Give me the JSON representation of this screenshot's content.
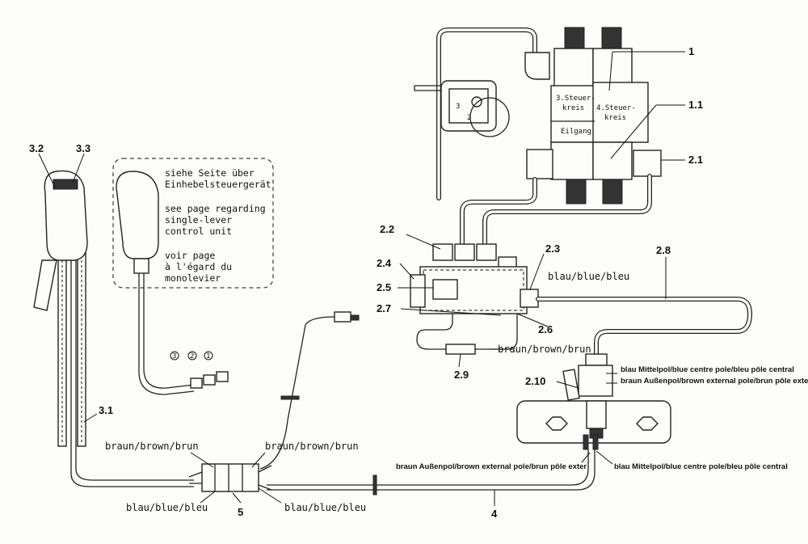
{
  "callouts": {
    "c1": "1",
    "c1_1": "1.1",
    "c2_1": "2.1",
    "c2_2": "2.2",
    "c2_3": "2.3",
    "c2_4": "2.4",
    "c2_5": "2.5",
    "c2_6": "2.6",
    "c2_7": "2.7",
    "c2_8": "2.8",
    "c2_9": "2.9",
    "c2_10": "2.10",
    "c3_1": "3.1",
    "c3_2": "3.2",
    "c3_3": "3.3",
    "c4": "4",
    "c5": "5"
  },
  "note": {
    "line1": "siehe Seite über",
    "line2": "Einhebelsteuergerät",
    "line3": "see page regarding",
    "line4": "single-lever",
    "line5": "control unit",
    "line6": "voir page",
    "line7": "à l'égard du",
    "line8": "monolevier"
  },
  "valve": {
    "circuit3_a": "3.Steuer-",
    "circuit3_b": "kreis",
    "rapid": "Eilgang",
    "circuit4_a": "4.Steuer-",
    "circuit4_b": "kreis"
  },
  "wire_labels": {
    "blue_2_3": "blau/blue/bleu",
    "brown_2_9": "braun/brown/brun",
    "centre_pole_top": "blau Mittelpol/blue centre pole/bleu pôle central",
    "external_pole_top": "braun Außenpol/brown external pole/brun pôle exter",
    "external_pole_bottom": "braun Außenpol/brown external pole/brun pôle exter",
    "centre_pole_bottom": "blau Mittelpol/blue centre pole/bleu pôle central",
    "brown_left": "braun/brown/brun",
    "brown_right": "braun/brown/brun",
    "blue_left": "blau/blue/bleu",
    "blue_right": "blau/blue/bleu"
  },
  "pin_numbers": {
    "p3": "3",
    "p2": "2",
    "p1": "1"
  },
  "switch_pins": {
    "s3": "3",
    "s2": "2"
  }
}
